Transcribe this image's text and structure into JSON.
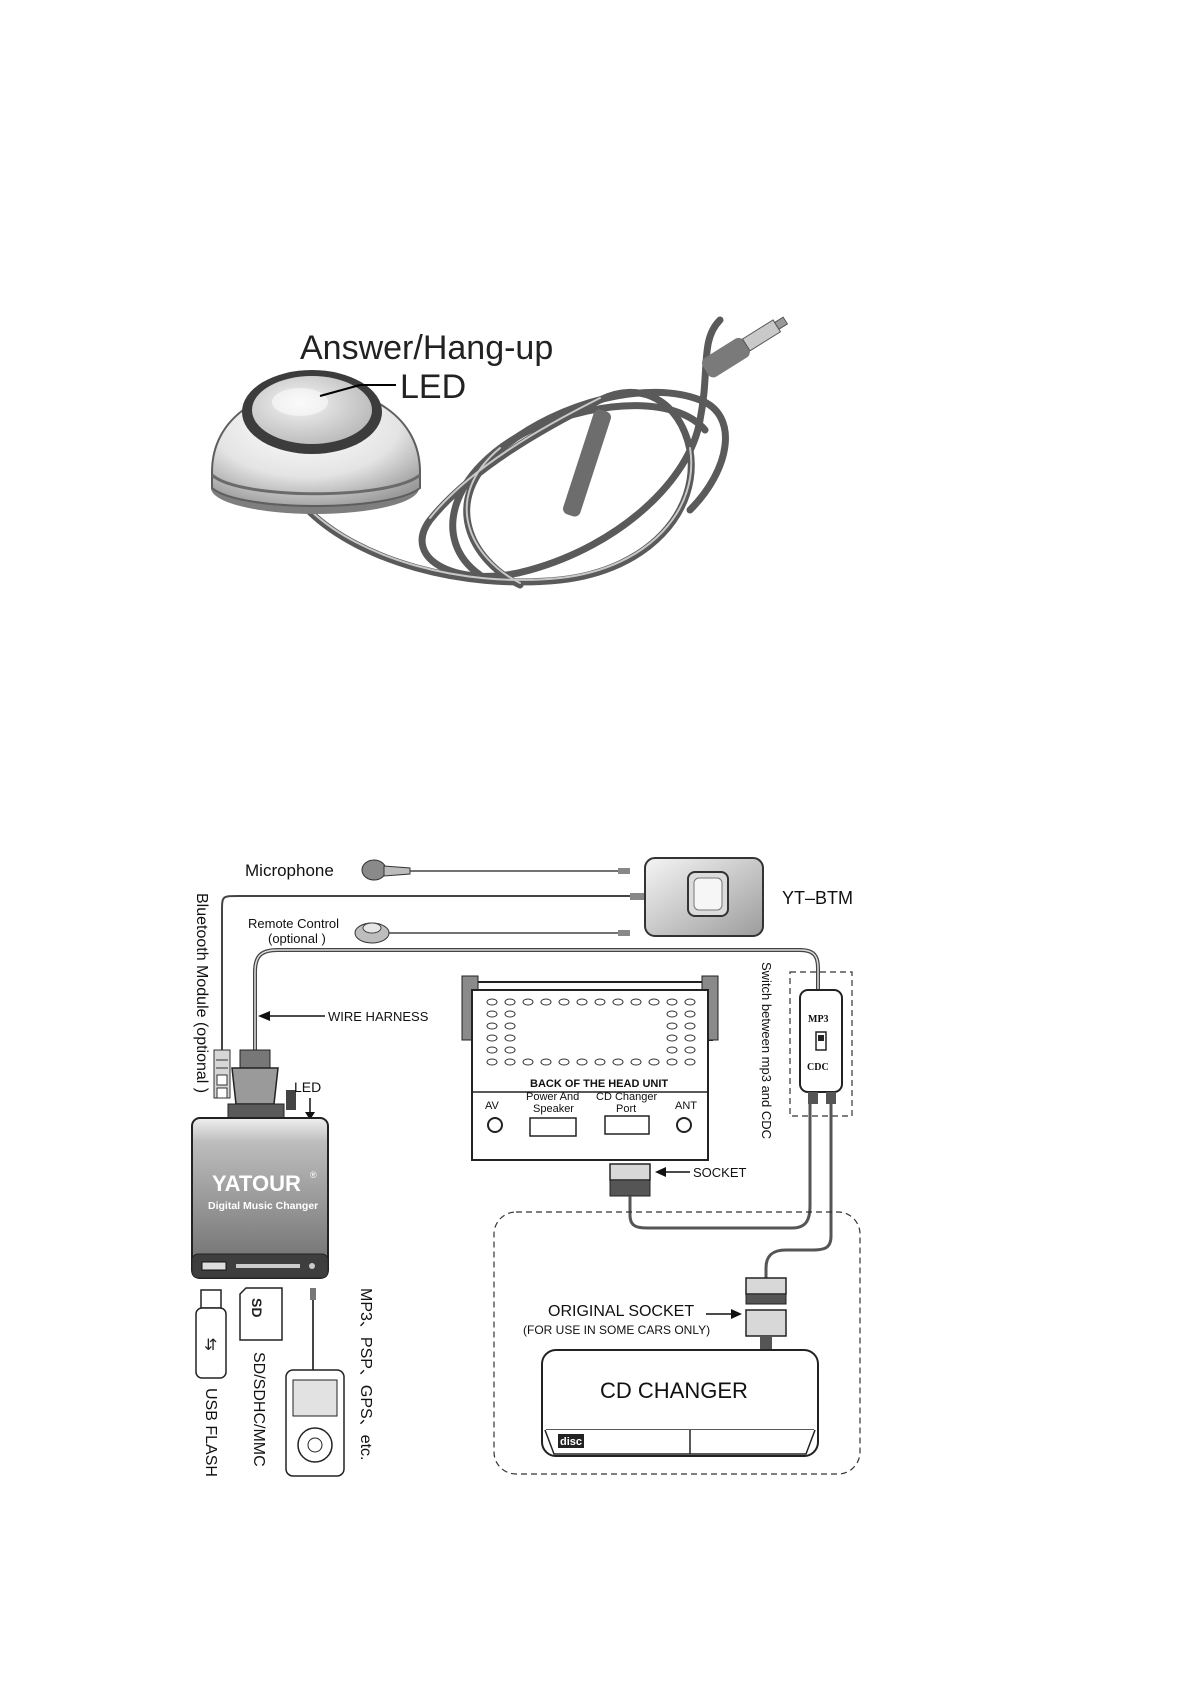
{
  "top_figure": {
    "label_button": "Answer/Hang-up",
    "label_led": "LED"
  },
  "wiring_diagram": {
    "microphone": "Microphone",
    "bluetooth_module": "Bluetooth Module (optional )",
    "remote_control_line1": "Remote Control",
    "remote_control_line2": "(optional )",
    "bt_box": "YT–BTM",
    "wire_harness": "WIRE HARNESS",
    "led": "LED",
    "brand": "YATOUR",
    "brand_mark": "®",
    "brand_sub": "Digital Music Changer",
    "head_unit": "BACK OF THE HEAD UNIT",
    "av": "AV",
    "power_line1": "Power And",
    "power_line2": "Speaker",
    "cdc_line1": "CD Changer",
    "cdc_line2": "Port",
    "ant": "ANT",
    "socket": "SOCKET",
    "switch_text": "Switch between mp3 and CDC",
    "switch_mp3": "MP3",
    "switch_cdc": "CDC",
    "original_socket": "ORIGINAL SOCKET",
    "original_socket_note": "(FOR USE IN SOME CARS ONLY)",
    "cd_changer": "CD CHANGER",
    "disc": "disc",
    "usb_flash": "USB FLASH",
    "sd_label": "SD/SDHC/MMC",
    "sd_card_text": "SD",
    "mp3_players": "MP3、PSP、GPS、etc."
  }
}
